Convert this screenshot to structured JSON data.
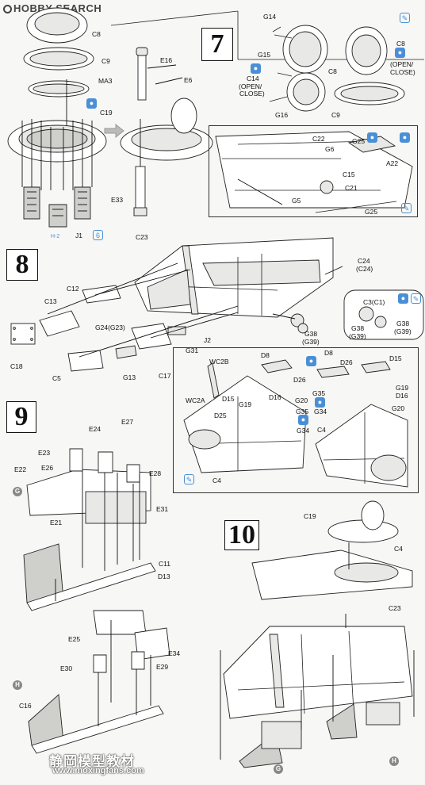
{
  "brand": {
    "name": "HOBBY SEARCH"
  },
  "steps": {
    "s7": "7",
    "s8": "8",
    "s9": "9",
    "s10": "10"
  },
  "step7_left": {
    "C8": "C8",
    "C9": "C9",
    "MA3": "MA3",
    "C19": "C19",
    "J1": "J1",
    "J1_qty": "6",
    "h2_note": "H-2",
    "E16": "E16",
    "E6": "E6",
    "E33": "E33"
  },
  "step7_right": {
    "G14": "G14",
    "G15": "G15",
    "C8a": "C8",
    "C14": "C14",
    "open_close_a": "(OPEN/",
    "open_close_b": "CLOSE)",
    "G16": "G16",
    "C8b": "C8",
    "open_close_c": "(OPEN/",
    "open_close_d": "CLOSE)",
    "C9": "C9"
  },
  "step7_hull": {
    "C22": "C22",
    "G6": "G6",
    "G25": "G25",
    "A22": "A22",
    "C15": "C15",
    "C21": "C21",
    "G5": "G5",
    "G25b": "G25"
  },
  "step8": {
    "C23": "C23",
    "C24": "C24",
    "C24p": "(C24)",
    "C12": "C12",
    "C13": "C13",
    "C3": "C3(C1)",
    "G38a": "G38",
    "G39a": "(G39)",
    "G38b": "G38",
    "G39b": "(G39)",
    "G38c": "G38",
    "G39c": "(G39)",
    "C18": "C18",
    "G24": "G24(G23)",
    "G31": "G31",
    "J2": "J2",
    "C5": "C5",
    "G13": "G13",
    "C17": "C17"
  },
  "step8_detail": {
    "D8a": "D8",
    "WC2B": "WC2B",
    "D26a": "D26",
    "WC2A": "WC2A",
    "D15a": "D15",
    "D25": "D25",
    "G19a": "G19",
    "D16a": "D16",
    "G20a": "G20",
    "G35a": "G35",
    "G34a": "G34",
    "G35b": "G35",
    "G34b": "G34",
    "C4a": "C4",
    "D8b": "D8",
    "D26b": "D26",
    "D15b": "D15",
    "G19b": "G19",
    "D16b": "D16",
    "G20b": "G20",
    "C4b": "C4"
  },
  "step9": {
    "E24": "E24",
    "E27": "E27",
    "E23": "E23",
    "E22": "E22",
    "E26": "E26",
    "E28": "E28",
    "G": "G",
    "E31": "E31",
    "E21": "E21",
    "C11": "C11",
    "D13": "D13",
    "E25": "E25",
    "E34": "E34",
    "E30": "E30",
    "E29": "E29",
    "H": "H",
    "C16": "C16"
  },
  "step10": {
    "C19": "C19",
    "C4": "C4",
    "C23": "C23",
    "G": "G",
    "H": "H"
  },
  "watermark": {
    "cn": "静岡模型教材",
    "url": "www.moxingfans.com"
  },
  "colors": {
    "accent": "#4a8fd6",
    "paper": "#f7f7f5",
    "ink": "#111111"
  }
}
